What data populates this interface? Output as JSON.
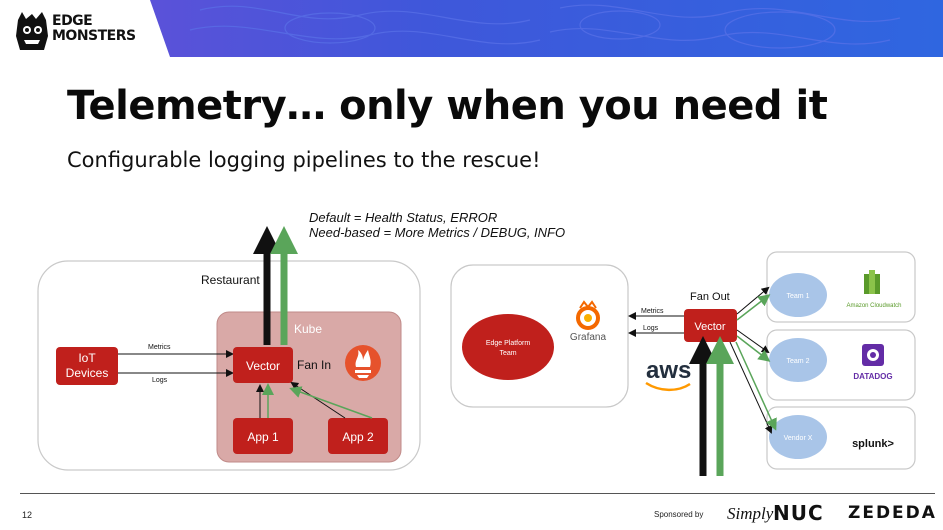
{
  "header": {
    "logo_text_line1": "EDGE",
    "logo_text_line2": "MONSTERS",
    "title": "Telemetry… only when you need it",
    "subtitle": "Configurable logging pipelines to the rescue!"
  },
  "note": {
    "line1": "Default = Health Status, ERROR",
    "line2": "Need-based = More Metrics / DEBUG, INFO"
  },
  "left_diagram": {
    "restaurant_label": "Restaurant",
    "kube_label": "Kube",
    "iot_line1": "IoT",
    "iot_line2": "Devices",
    "metrics_label": "Metrics",
    "logs_label": "Logs",
    "vector_label": "Vector",
    "fan_in_label": "Fan In",
    "app1_label": "App 1",
    "app2_label": "App 2",
    "prometheus_icon": "prometheus-icon"
  },
  "right_diagram": {
    "edge_team_line1": "Edge Platform",
    "edge_team_line2": "Team",
    "grafana_label": "Grafana",
    "aws_label": "aws",
    "metrics_label": "Metrics",
    "logs_label": "Logs",
    "fan_out_label": "Fan Out",
    "vector_label": "Vector",
    "team1_label": "Team 1",
    "team2_label": "Team  2",
    "vendor_label": "Vendor X",
    "cloudwatch_label": "Amazon Cloudwatch",
    "datadog_label": "DATADOG",
    "splunk_label": "splunk>"
  },
  "footer": {
    "page_number": "12",
    "sponsored": "Sponsored by",
    "simply": "Simply",
    "nuc": "NUC",
    "zededa": "ZEDEDA"
  },
  "colors": {
    "accent_red": "#c0201c",
    "kube_fill": "#d9a9a7",
    "banner_blue": "#3a55d6",
    "green_arrow": "#5aa55a",
    "bubble_blue": "#a9c5e8"
  }
}
